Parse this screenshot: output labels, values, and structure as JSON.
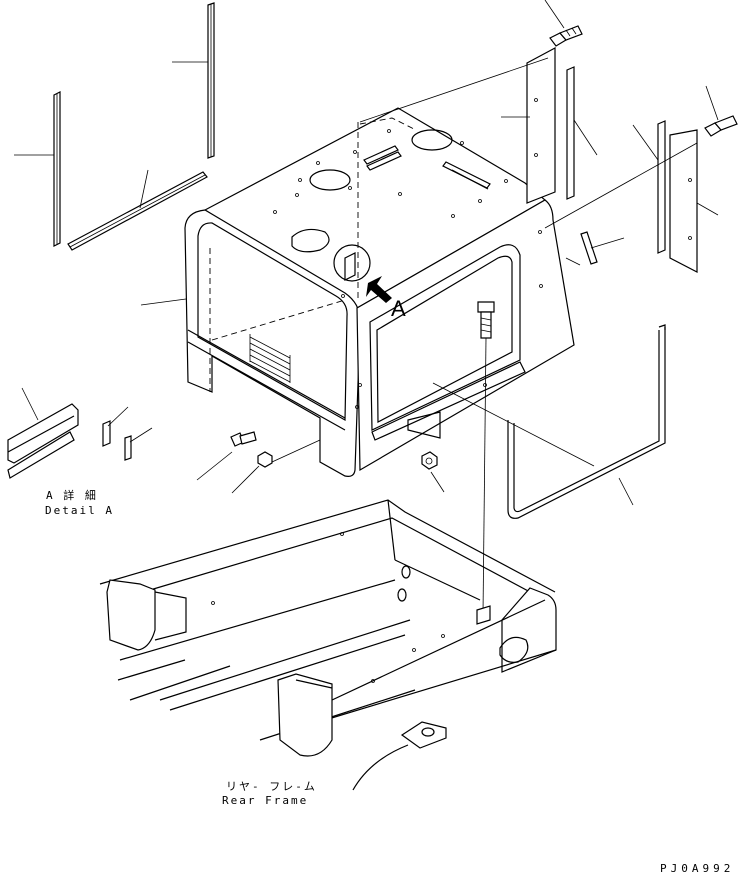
{
  "diagram": {
    "callout_letter": "A",
    "detail_label_jp": "A 詳 細",
    "detail_label_en": "Detail A",
    "frame_label_jp": "リヤ- フレ-ム",
    "frame_label_en": "Rear Frame",
    "drawing_code": "PJ0A992"
  }
}
